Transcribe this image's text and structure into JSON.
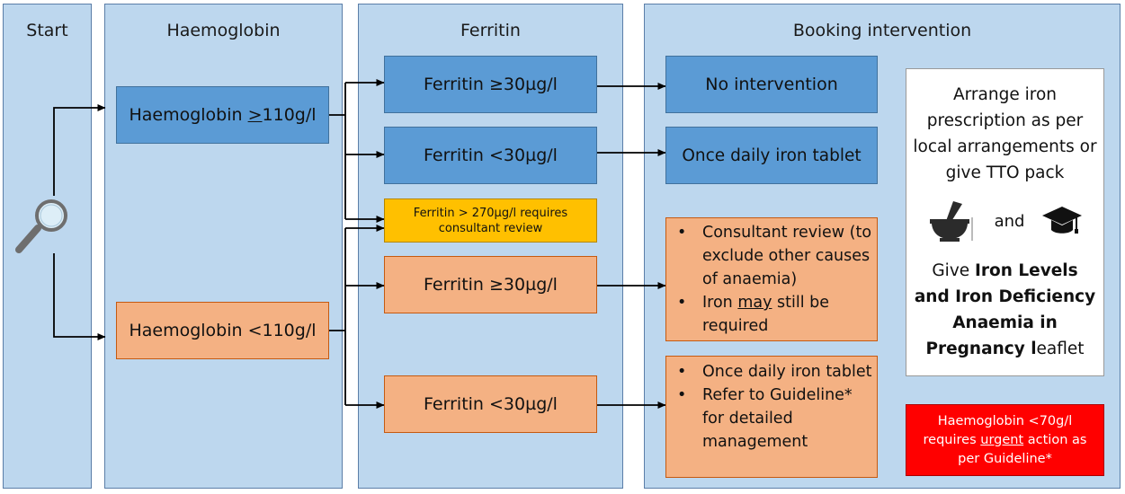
{
  "lanes": {
    "start": "Start",
    "haemoglobin": "Haemoglobin",
    "ferritin": "Ferritin",
    "booking": "Booking intervention"
  },
  "nodes": {
    "hb_high": {
      "pre": "Haemoglobin ",
      "symbol": ">",
      "post": "110g/l"
    },
    "hb_low": "Haemoglobin <110g/l",
    "ferr_high_blue": "Ferritin ≥30µg/l",
    "ferr_low_blue": "Ferritin <30µg/l",
    "ferr_warning": "Ferritin > 270µg/l requires consultant review",
    "ferr_high_orange": "Ferritin ≥30µg/l",
    "ferr_low_orange": "Ferritin <30µg/l",
    "no_intervention": "No intervention",
    "once_daily": "Once daily iron tablet",
    "consultant_bullets": {
      "b1": "Consultant review (to exclude other causes of anaemia)",
      "b2_pre": "Iron ",
      "b2_em": "may",
      "b2_post": " still be required"
    },
    "iron_bullets": {
      "b1": "Once daily iron tablet",
      "b2": "Refer to Guideline* for detailed management"
    },
    "arrange": {
      "line1": "Arrange iron prescription as per local arrangements or give TTO pack",
      "and": "and",
      "give": "Give ",
      "bold1": "Iron Levels and Iron Deficiency Anaemia in Pregnancy l",
      "tail": "eaflet",
      "icons": [
        "mortar-pestle-icon",
        "graduation-cap-icon"
      ]
    },
    "urgent": {
      "pre": "Haemoglobin <70g/l requires ",
      "em": "urgent",
      "post": " action as per Guideline*"
    }
  },
  "colors": {
    "lane": "#bdd7ee",
    "blue": "#5b9bd5",
    "orange": "#f4b183",
    "yellow": "#ffc000",
    "red": "#ff0000"
  }
}
